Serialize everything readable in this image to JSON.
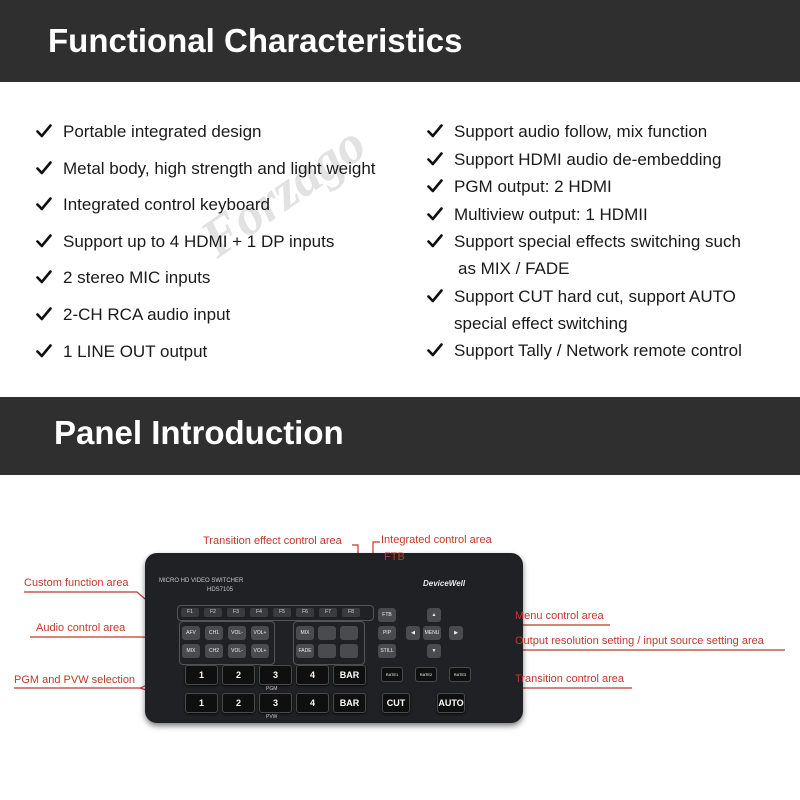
{
  "headers": {
    "features_title": "Functional Characteristics",
    "panel_title": "Panel Introduction"
  },
  "features_left": [
    "Portable integrated design",
    "Metal body, high strength and light weight",
    "Integrated control keyboard",
    "Support up to 4 HDMI + 1 DP inputs",
    "2 stereo MIC inputs",
    "2-CH RCA audio input",
    "1 LINE OUT output"
  ],
  "features_right": [
    {
      "lines": [
        "Support audio follow, mix function"
      ]
    },
    {
      "lines": [
        "Support HDMI audio de-embedding"
      ]
    },
    {
      "lines": [
        "PGM output: 2 HDMI"
      ]
    },
    {
      "lines": [
        "Multiview output: 1 HDMII"
      ]
    },
    {
      "lines": [
        "Support special effects switching such",
        "as MIX / FADE"
      ]
    },
    {
      "lines": [
        "Support CUT hard cut, support AUTO",
        "special effect switching"
      ]
    },
    {
      "lines": [
        "Support Tally / Network remote control"
      ]
    }
  ],
  "watermark": "Forzago",
  "device": {
    "model_line": "MICRO HD VIDEO SWITCHER",
    "model_no": "HDS7105",
    "brand": "DeviceWell",
    "fkeys": [
      "F1",
      "F2",
      "F3",
      "F4",
      "F5",
      "F6",
      "F7",
      "F8"
    ],
    "audio_keys": [
      "AFV",
      "CH1",
      "VOL-",
      "VOL+",
      "MIX",
      "CH2",
      "VOL-",
      "VOL+"
    ],
    "trans_keys": [
      "MIX",
      "",
      "",
      "FADE",
      "",
      ""
    ],
    "ctrl_keys": [
      "FTB",
      "PIP",
      "MENU",
      "STILL"
    ],
    "pgm_keys": [
      "1",
      "2",
      "3",
      "4",
      "BAR"
    ],
    "pvw_keys": [
      "1",
      "2",
      "3",
      "4",
      "BAR"
    ],
    "pgm_label": "PGM",
    "pvw_label": "PVW",
    "rate_keys": [
      "RATE1",
      "RATE2",
      "RATE3"
    ],
    "cut_label": "CUT",
    "auto_label": "AUTO"
  },
  "labels": {
    "transition_effect": "Transition effect control area",
    "integrated": "Integrated control area",
    "ftb": "FTB",
    "custom_function": "Custom function area",
    "audio_control": "Audio control area",
    "pgm_pvw": "PGM and PVW selection",
    "menu_control": "Menu control area",
    "output_resolution": "Output resolution setting / input source setting area",
    "transition_control": "Transition control area"
  },
  "colors": {
    "header_bg": "#2f2f2f",
    "label_red": "#c0392b",
    "device_body": "#202124"
  }
}
